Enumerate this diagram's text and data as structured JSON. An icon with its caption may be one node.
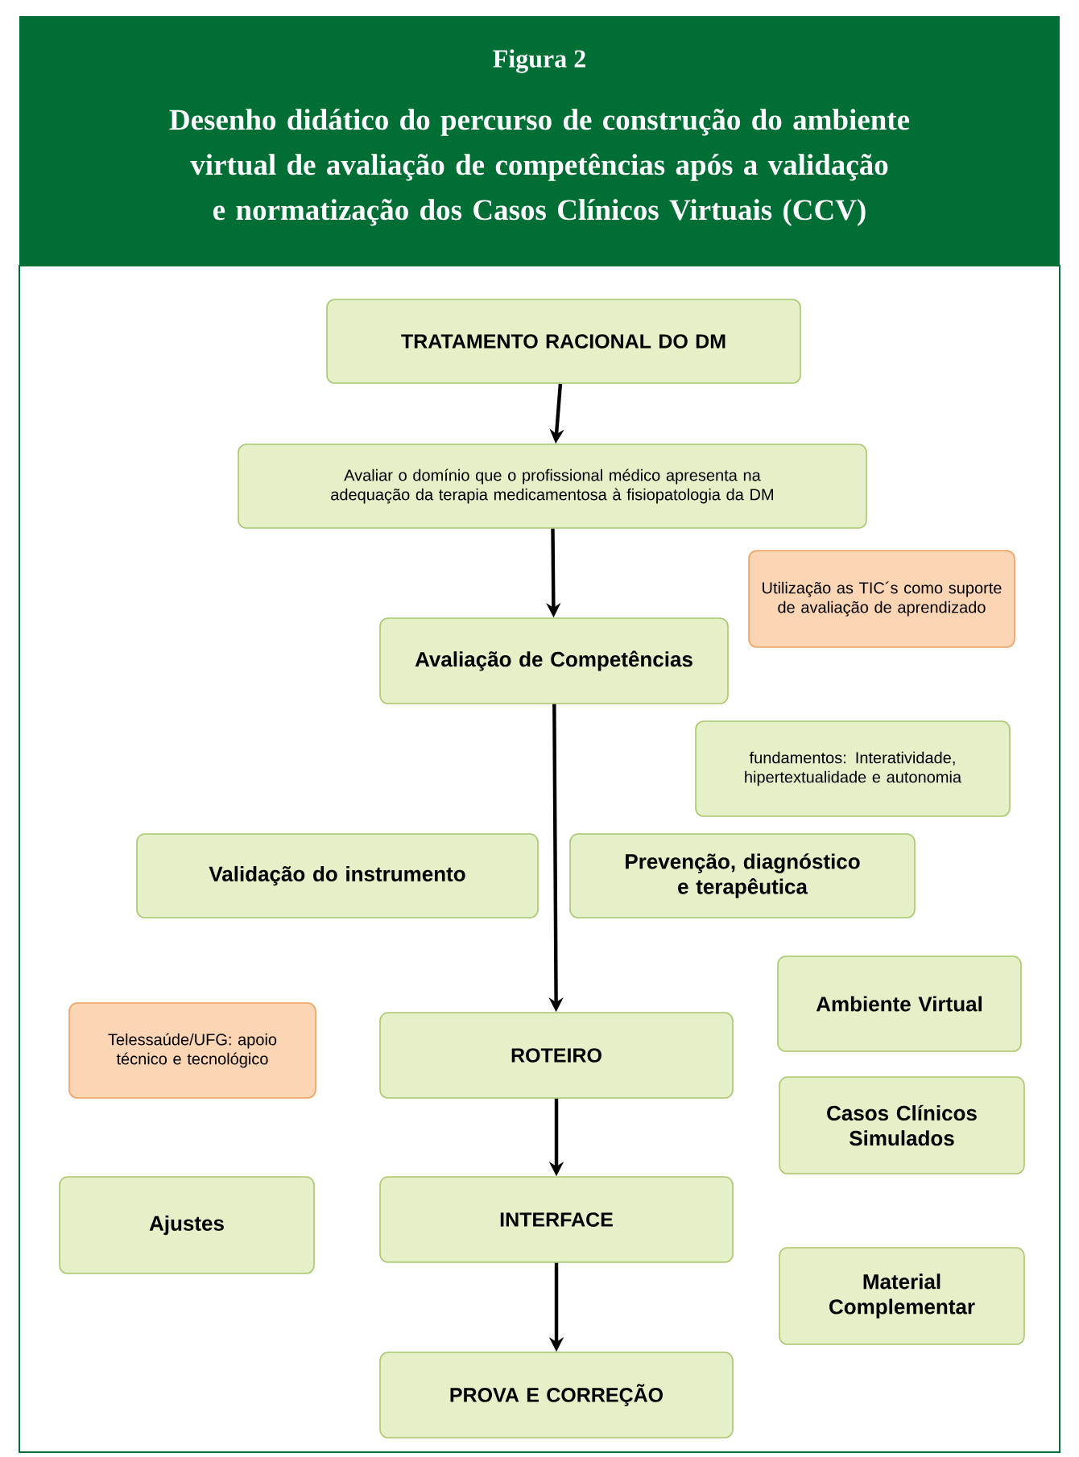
{
  "diagram": {
    "title": "Desenho didático do percurso de construção do ambiente virtual de avaliação de competências após a validação e normatização dos Casos Clínicos Virtuais (CCV)",
    "nodes": [
      {
        "text": [
          "TRATAMENTO RACIONAL DO DM"
        ]
      },
      {
        "text": [
          "Avaliar o domínio que o profissional médico apresenta na adequação da terapia medicamentosa à fisiopatologia da DM"
        ]
      },
      {
        "text": [
          "Utilização as TIC´s como suporte de avaliação de aprendizado"
        ]
      },
      {
        "text": [
          "Avaliação de Competências"
        ]
      },
      {
        "text": [
          "fundamentos: Interatividade, hipertextualidade e autonomia"
        ]
      },
      {
        "text": [
          "Validação do instrumento"
        ]
      },
      {
        "text": [
          "Prevenção, diagnóstico e terapêutica"
        ]
      },
      {
        "text": [
          "Ambiente Virtual"
        ]
      },
      {
        "text": [
          "Telessaúde/UFG: apoio técnico e tecnológico"
        ]
      },
      {
        "text": [
          "ROTEIRO"
        ]
      },
      {
        "text": [
          "Casos Clínicos Simulados"
        ]
      },
      {
        "text": [
          "Ajustes"
        ]
      },
      {
        "text": [
          "INTERFACE"
        ]
      },
      {
        "text": [
          "Material Complementar"
        ]
      },
      {
        "text": [
          "PROVA E CORREÇÃO"
        ]
      }
    ],
    "edges": [
      {
        "from": 0,
        "to": 1,
        "arrow": "to"
      },
      {
        "from": 1,
        "to": 3,
        "arrow": "to"
      },
      {
        "from": 3,
        "to": 9,
        "arrow": "to"
      },
      {
        "from": 9,
        "to": 12,
        "arrow": "to"
      },
      {
        "from": 12,
        "to": 14,
        "arrow": "to"
      }
    ],
    "labels": [
      "Figura 2"
    ]
  }
}
